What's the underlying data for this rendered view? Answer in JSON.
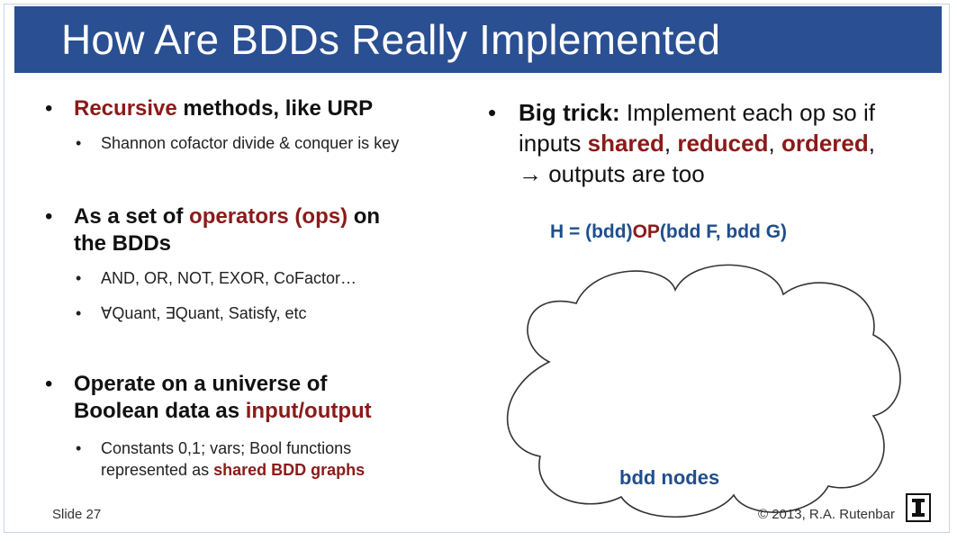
{
  "slide": {
    "title": "How Are BDDs Really Implemented",
    "left": {
      "b1": {
        "red": "Recursive",
        "rest": " methods, like URP",
        "sub1": "Shannon cofactor divide & conquer is key"
      },
      "b2": {
        "pre": "As a set of ",
        "red": "operators (ops)",
        "post": " on",
        "line2": "the BDDs",
        "sub1": "AND, OR, NOT, EXOR, CoFactor…",
        "sub2": "∀Quant, ∃Quant, Satisfy, etc"
      },
      "b3": {
        "line1": "Operate on a universe of",
        "pre2": "Boolean data as ",
        "red": "input/output",
        "sub_line1": "Constants 0,1;  vars;  Bool functions",
        "sub_pre": "represented as ",
        "sub_red": "shared BDD graphs"
      }
    },
    "right": {
      "bold": "Big trick:",
      "text1": "  Implement each op so if",
      "pre": "inputs ",
      "w1": "shared",
      "c1": ", ",
      "w2": "reduced",
      "c2": ", ",
      "w3": "ordered",
      "c3": ",",
      "arrow": "→ outputs are too"
    },
    "formula": {
      "pre": "H = (bdd)",
      "op": "OP",
      "post": "(bdd  F, bdd  G)"
    },
    "cloud_label": "bdd nodes",
    "footer": {
      "slide_num": "Slide 27",
      "copyright": "© 2013, R.A. Rutenbar"
    },
    "colors": {
      "title_bar": "#2a4f92",
      "accent_red": "#8b1a1a",
      "accent_blue": "#1f4e8c"
    }
  }
}
